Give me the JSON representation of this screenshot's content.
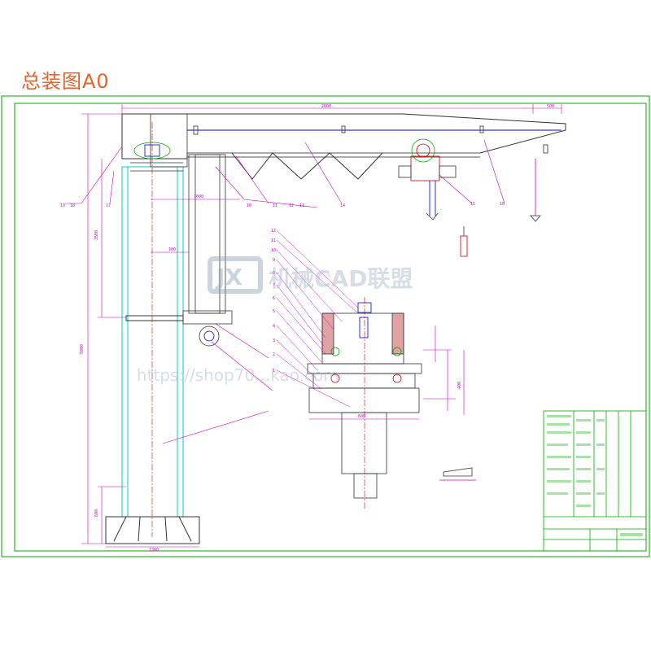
{
  "title": "总装图A0",
  "watermark": {
    "brand": "机械CAD联盟",
    "logo_text": "JX",
    "url": "https://shop70...kao.com"
  },
  "dimensions": {
    "top_span": "2800",
    "top_right": "500",
    "mid_1000": "1000",
    "col_100": "100",
    "lower_600": "600",
    "base_width": "1300",
    "height_total": "5000",
    "height_upper": "3500",
    "section_width": "600",
    "section_bottom": "400"
  },
  "part_numbers": {
    "callouts_top": [
      "10",
      "11",
      "12",
      "13",
      "14",
      "15",
      "16"
    ],
    "callouts_left": [
      "19",
      "18",
      "17"
    ],
    "callouts_section": [
      "12",
      "11",
      "10",
      "9",
      "8",
      "7",
      "6",
      "5",
      "4",
      "3",
      "2",
      "1"
    ]
  },
  "colors": {
    "frame": "#00aa00",
    "part": "#0000cc",
    "dimension": "#cc00cc",
    "title": "#e8632c",
    "centerline": "#cc0000",
    "column": "#00cccc"
  }
}
